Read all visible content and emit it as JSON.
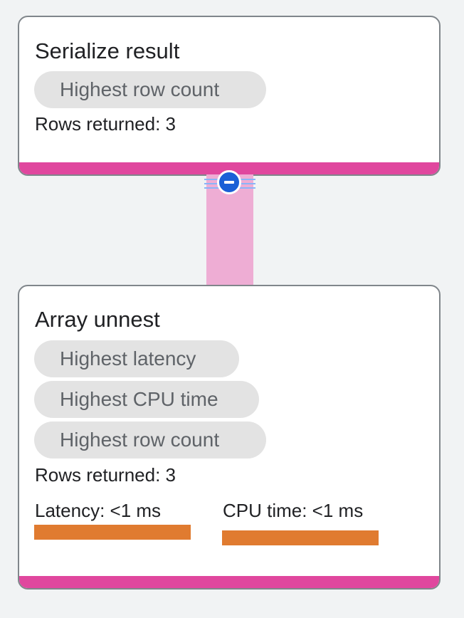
{
  "nodes": [
    {
      "title": "Serialize result",
      "chips": [
        "Highest row count"
      ],
      "rows_returned": "Rows returned: 3"
    },
    {
      "title": "Array unnest",
      "chips": [
        "Highest latency",
        "Highest CPU time",
        "Highest row count"
      ],
      "rows_returned": "Rows returned: 3",
      "latency_label": "Latency: <1 ms",
      "cpu_time_label": "CPU time: <1 ms"
    }
  ],
  "colors": {
    "footer_bar": "#e0479e",
    "connector": "#eeadd4",
    "metric_bar": "#e07b30",
    "toggle": "#1a5fd6",
    "chip_bg": "#e3e3e3"
  },
  "icons": {
    "connector_toggle": "minus-circle-icon"
  }
}
